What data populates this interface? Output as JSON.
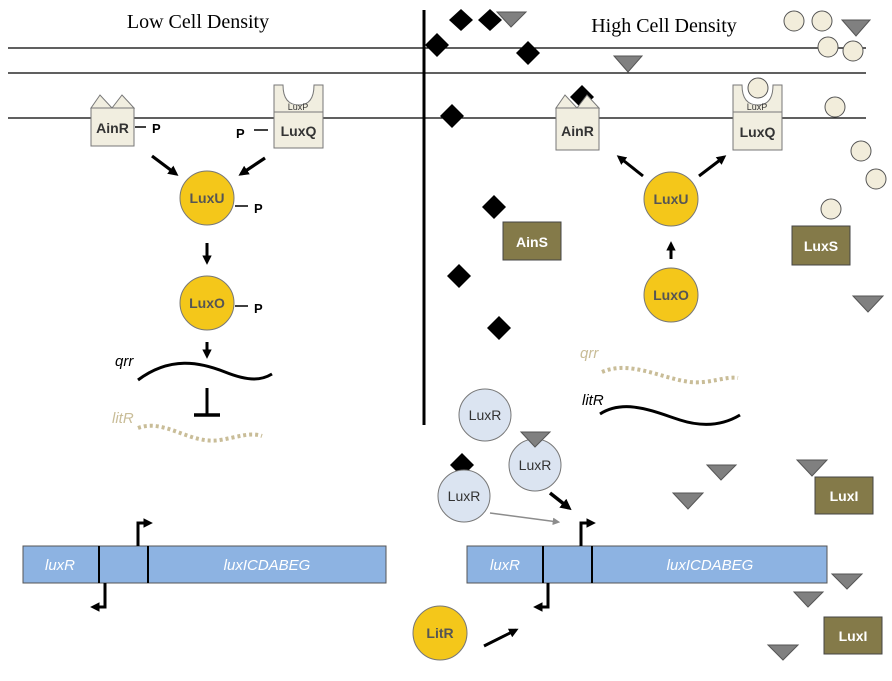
{
  "headings": {
    "left": "Low Cell Density",
    "right": "High Cell Density"
  },
  "receptors": {
    "ainr": "AinR",
    "luxq": "LuxQ",
    "luxp": "LuxP"
  },
  "proteins": {
    "luxu": "LuxU",
    "luxo": "LuxO",
    "luxr": "LuxR",
    "litr": "LitR",
    "ains": "AinS",
    "luxs": "LuxS",
    "luxi": "LuxI"
  },
  "phospho": "P",
  "rna": {
    "qrr": "qrr",
    "litr": "litR"
  },
  "genes": {
    "luxr": "luxR",
    "operon": "luxICDABEG"
  },
  "colors": {
    "receptor_fill": "#f1eee0",
    "protein_yellow": "#f4c71a",
    "synthase_olive": "#847a49",
    "luxr_blue": "#dbe4f1",
    "gene_blue": "#8db3e2",
    "faded_rna": "#c9bd98",
    "triangle_gray": "#808080",
    "circle_cream": "#f2eddb"
  }
}
